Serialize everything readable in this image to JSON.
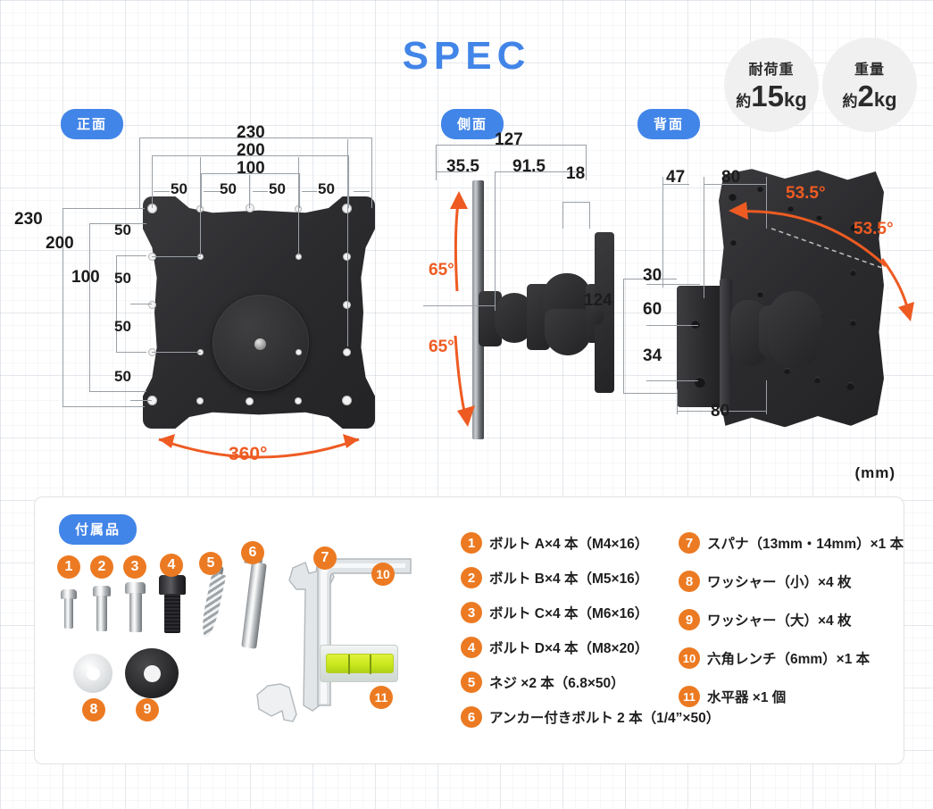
{
  "title": "SPEC",
  "unit_note": "(mm)",
  "badges": [
    {
      "label": "耐荷重",
      "prefix": "約",
      "value": "15",
      "unit": "kg"
    },
    {
      "label": "重量",
      "prefix": "約",
      "value": "2",
      "unit": "kg"
    }
  ],
  "views": {
    "front": {
      "label": "正面",
      "top_dims": [
        "230",
        "200",
        "100"
      ],
      "top_spacing": [
        "50",
        "50",
        "50",
        "50"
      ],
      "left_dims": [
        "230",
        "200",
        "100"
      ],
      "left_spacing": [
        "50",
        "50",
        "50",
        "50"
      ],
      "rotation": "360°"
    },
    "side": {
      "label": "側面",
      "dims": [
        "127",
        "35.5",
        "91.5",
        "18"
      ],
      "tilt_up": "65°",
      "tilt_down": "65°"
    },
    "back": {
      "label": "背面",
      "top_dims": [
        "47",
        "80"
      ],
      "left_dims": [
        "124",
        "30",
        "60",
        "34"
      ],
      "bottom_dim": "80",
      "swivel_left": "53.5°",
      "swivel_right": "53.5°"
    }
  },
  "accessories": {
    "label": "付属品",
    "items": [
      {
        "no": "1",
        "text": "ボルト A×4 本（M4×16）"
      },
      {
        "no": "2",
        "text": "ボルト B×4 本（M5×16）"
      },
      {
        "no": "3",
        "text": "ボルト C×4 本（M6×16）"
      },
      {
        "no": "4",
        "text": "ボルト D×4 本（M8×20）"
      },
      {
        "no": "5",
        "text": "ネジ ×2 本（6.8×50）"
      },
      {
        "no": "6",
        "text": "アンカー付きボルト 2 本（1/4”×50）"
      },
      {
        "no": "7",
        "text": "スパナ（13mm・14mm）×1 本"
      },
      {
        "no": "8",
        "text": "ワッシャー（小）×4 枚"
      },
      {
        "no": "9",
        "text": "ワッシャー（大）×4 枚"
      },
      {
        "no": "10",
        "text": "六角レンチ（6mm）×1 本"
      },
      {
        "no": "11",
        "text": "水平器 ×1 個"
      }
    ],
    "art_numbers": [
      "1",
      "2",
      "3",
      "4",
      "5",
      "6",
      "7",
      "8",
      "9",
      "10",
      "11"
    ]
  },
  "colors": {
    "accent_blue": "#4285e8",
    "accent_orange": "#ee5b22",
    "badge_orange": "#ec7a22",
    "metal_dark": "#2c2c2f"
  }
}
